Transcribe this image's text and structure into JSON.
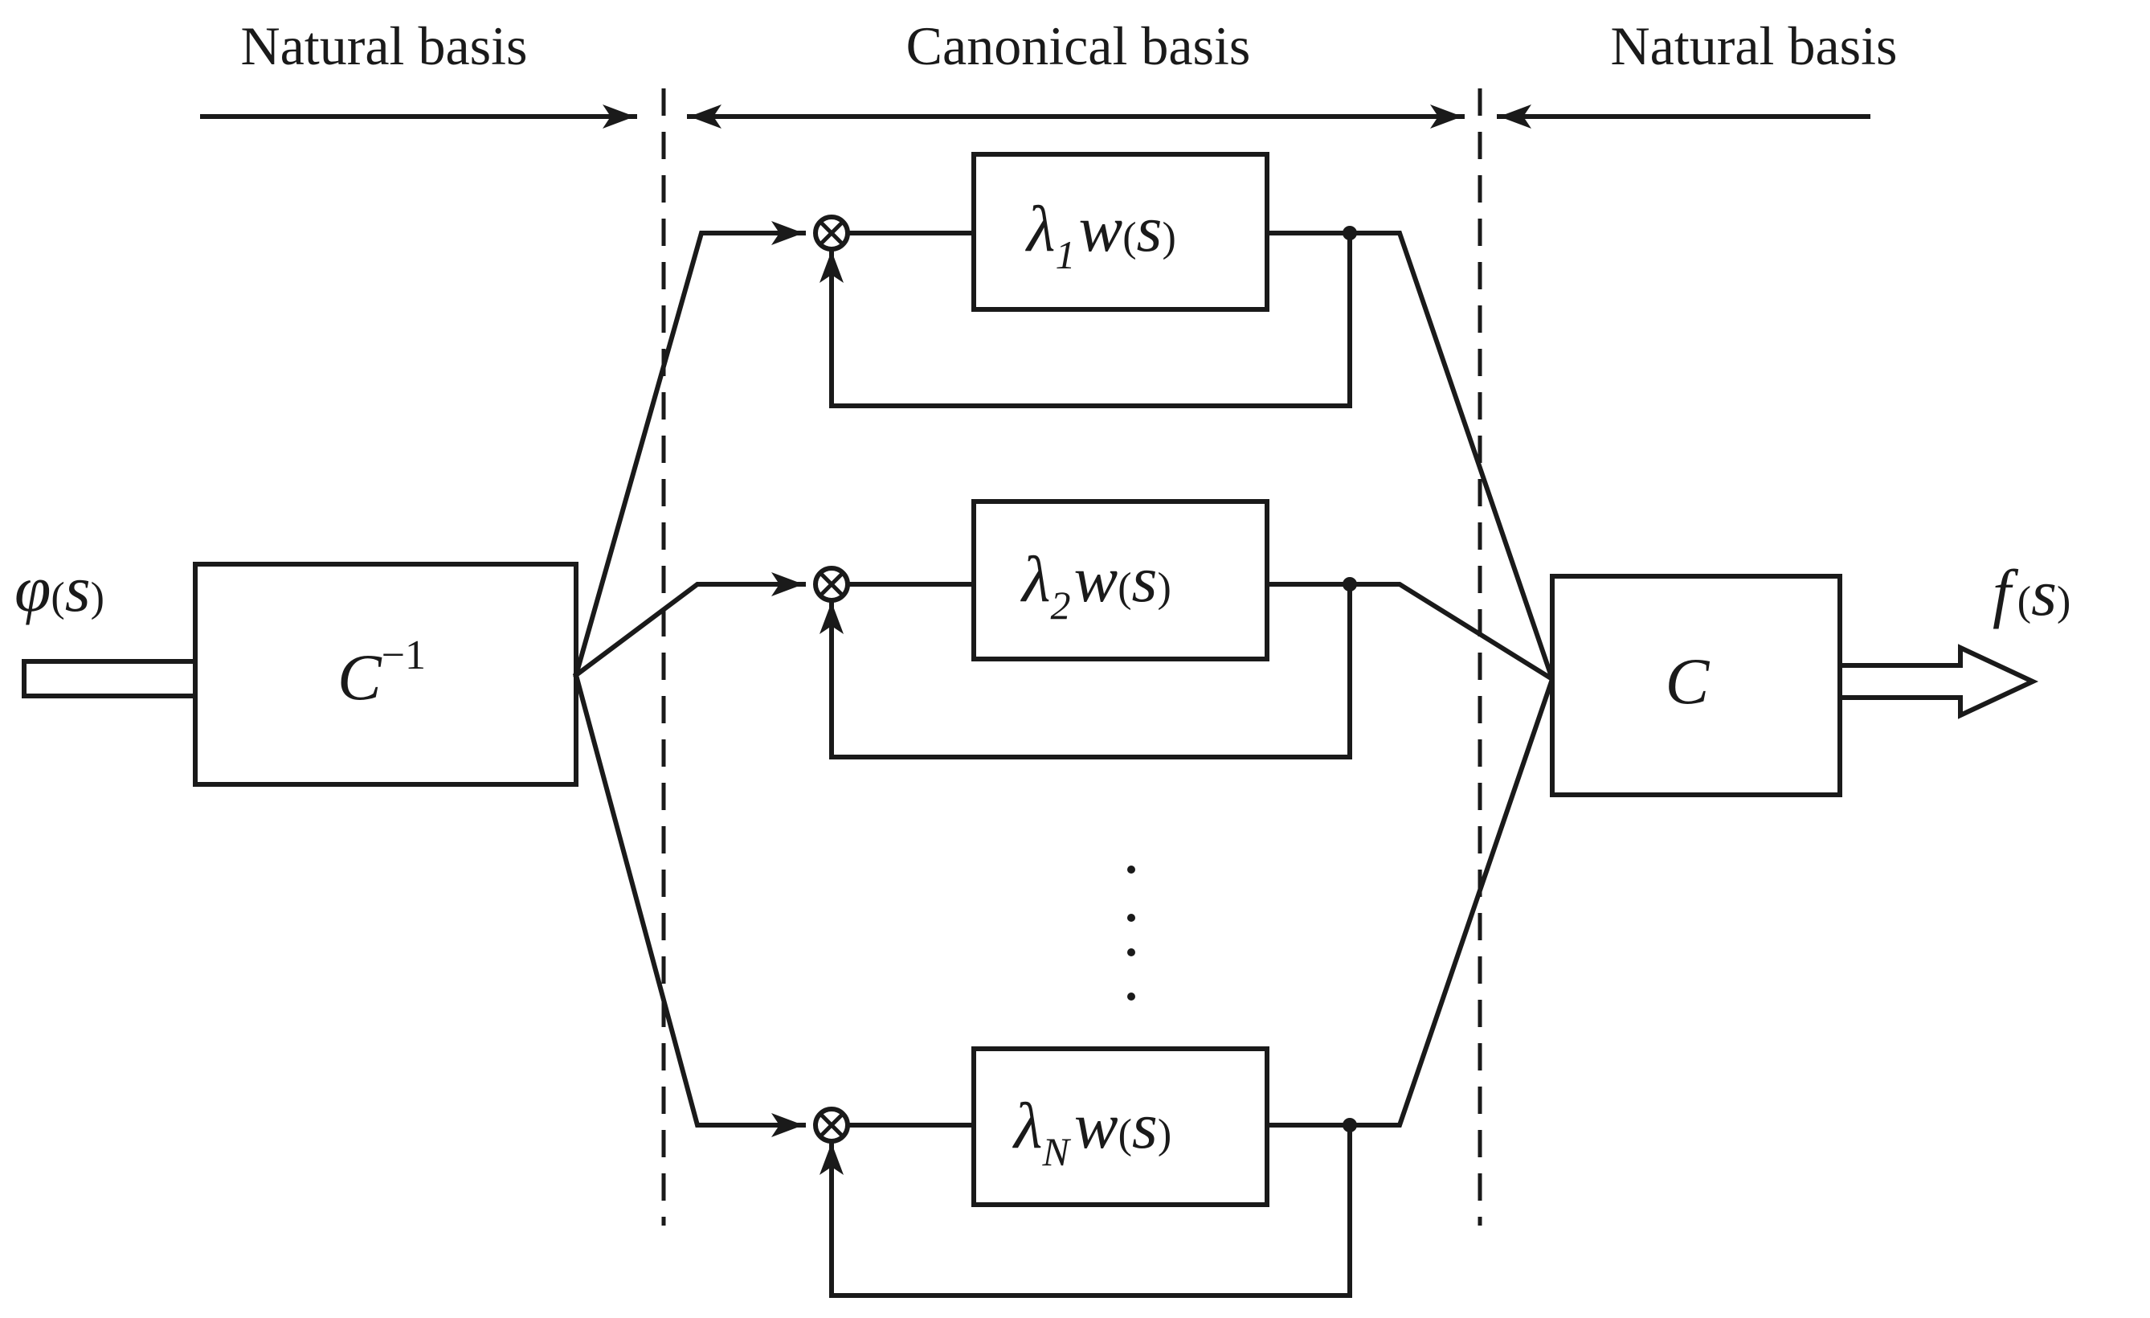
{
  "sections": {
    "left": "Natural basis",
    "middle": "Canonical basis",
    "right": "Natural basis"
  },
  "input": {
    "fn": "φ",
    "arg": "s"
  },
  "output": {
    "fn": "f",
    "arg": "s"
  },
  "inverse_block": {
    "base": "C",
    "sup": "−1"
  },
  "output_block": {
    "label": "C"
  },
  "modes": [
    {
      "lambda": "λ",
      "sub": "1",
      "fn": "w",
      "arg": "s"
    },
    {
      "lambda": "λ",
      "sub": "2",
      "fn": "w",
      "arg": "s"
    },
    {
      "lambda": "λ",
      "sub": "N",
      "fn": "w",
      "arg": "s"
    }
  ],
  "ellipsis": "⋮"
}
